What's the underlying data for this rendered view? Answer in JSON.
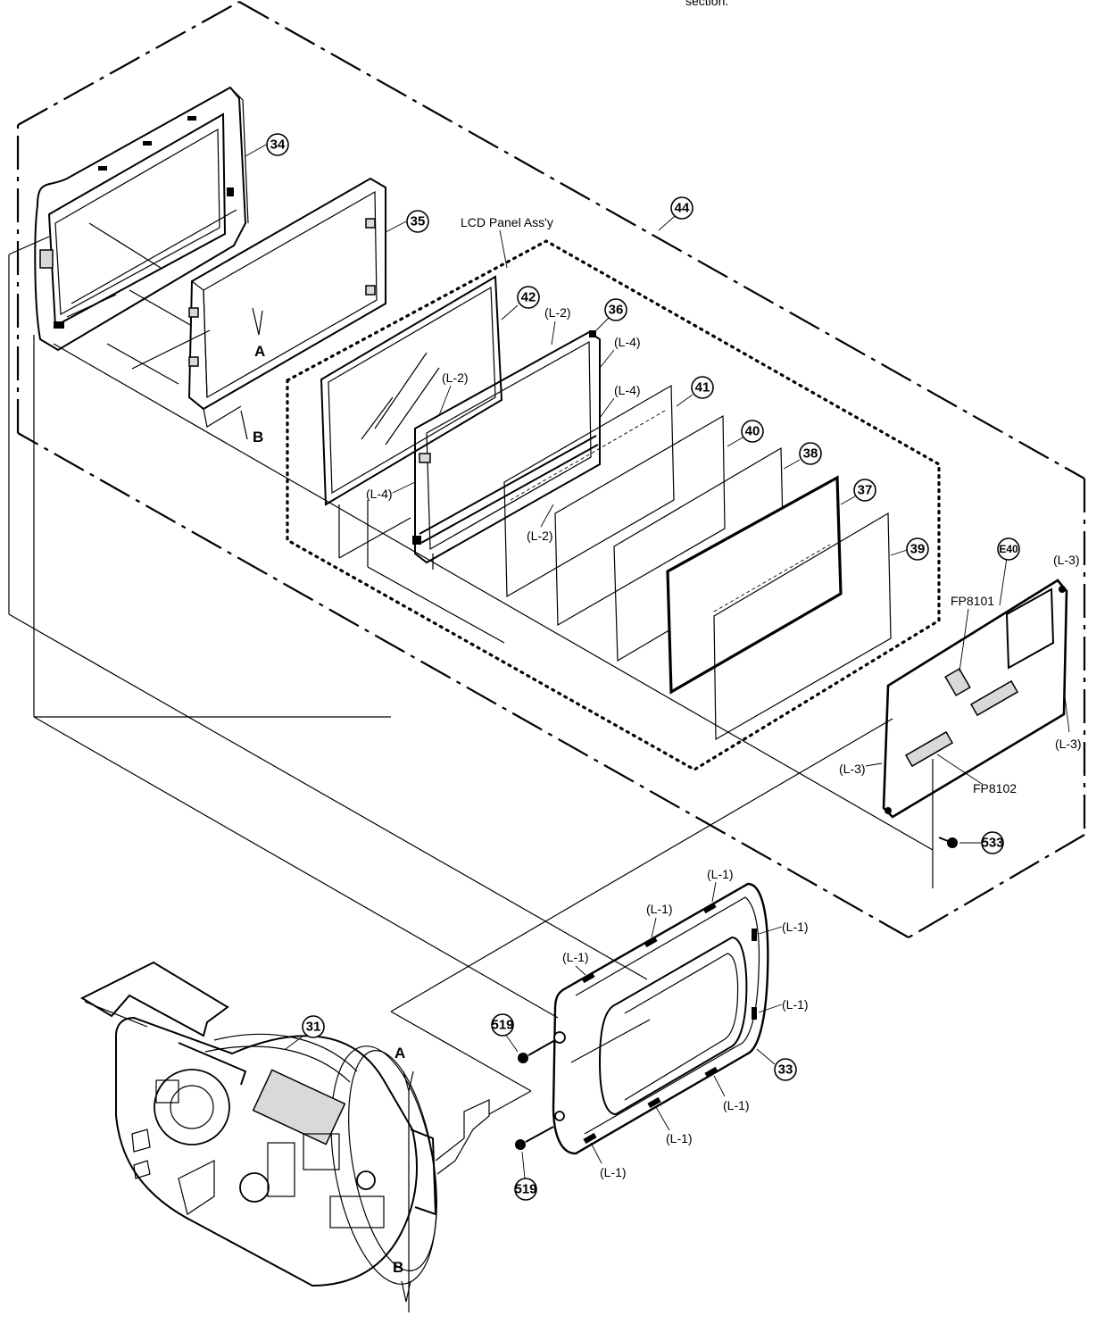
{
  "header_fragment": "section.",
  "assembly_label": "LCD Panel Ass'y",
  "callouts": {
    "c31": "31",
    "c33": "33",
    "c34": "34",
    "c35": "35",
    "c36": "36",
    "c37": "37",
    "c38": "38",
    "c39": "39",
    "c40": "40",
    "c41": "41",
    "c42": "42",
    "c44": "44",
    "e40": "E40",
    "c519a": "519",
    "c519b": "519",
    "c533": "533"
  },
  "connectors": {
    "fp8101": "FP8101",
    "fp8102": "FP8102"
  },
  "locks": {
    "l1": "(L-1)",
    "l2": "(L-2)",
    "l3": "(L-3)",
    "l4": "(L-4)"
  },
  "view_markers": {
    "a": "A",
    "b": "B"
  }
}
